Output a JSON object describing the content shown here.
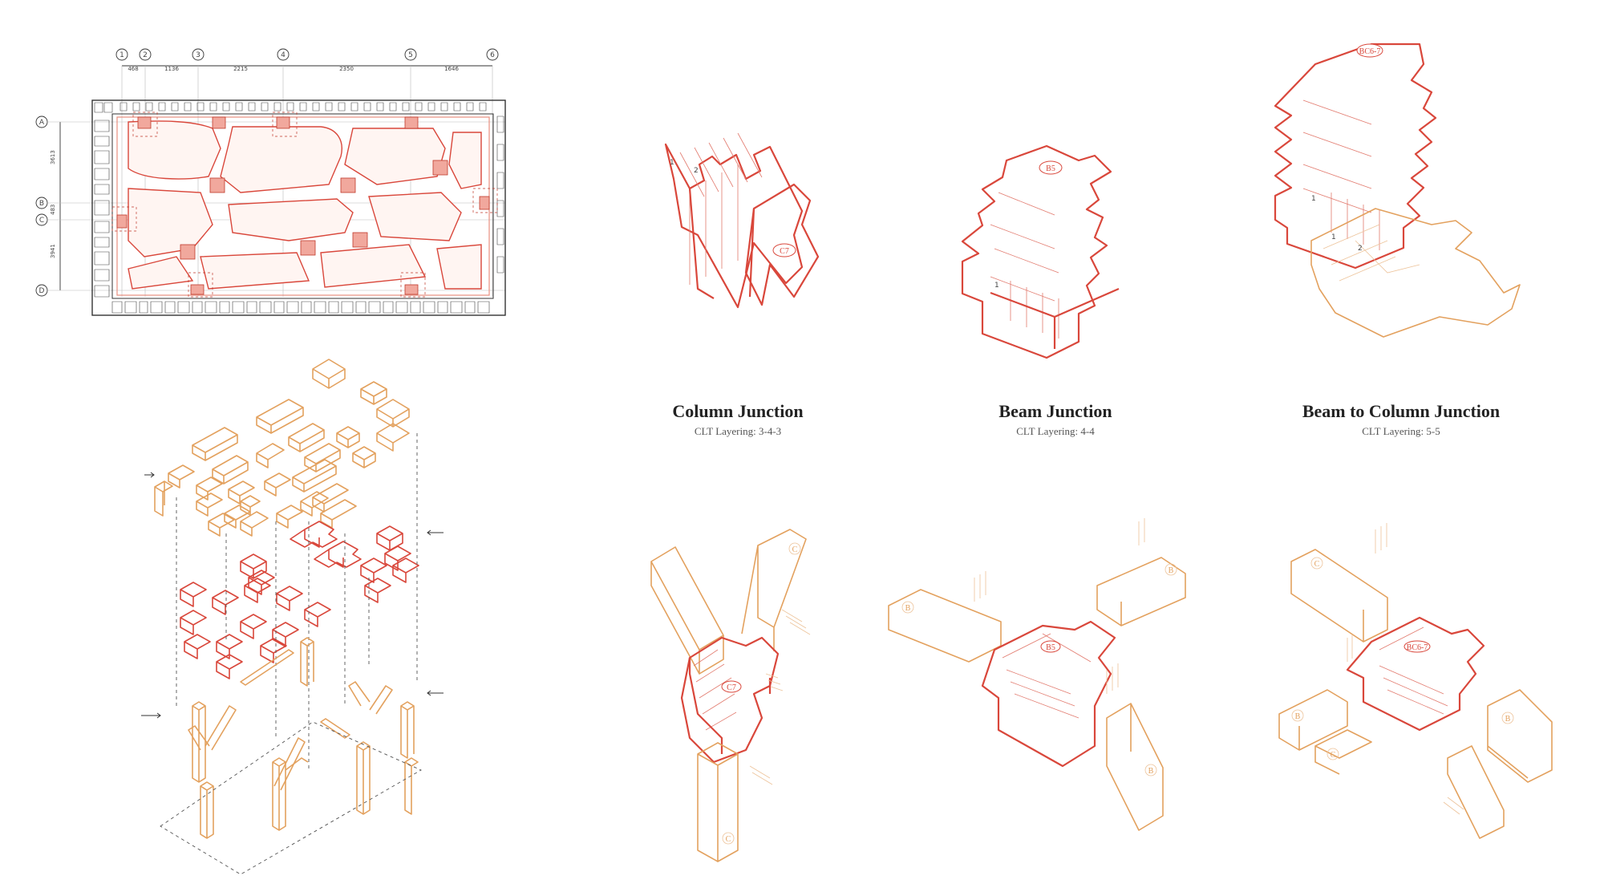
{
  "plan": {
    "grid_columns": [
      "1",
      "2",
      "3",
      "4",
      "5",
      "6"
    ],
    "grid_rows": [
      "A",
      "B",
      "C",
      "D"
    ],
    "dimensions_horizontal": [
      "468",
      "1136",
      "2215",
      "2350",
      "1646"
    ],
    "dimensions_vertical": [
      "3613",
      "483",
      "3941"
    ]
  },
  "junctions": [
    {
      "title": "Column Junction",
      "subtitle": "CLT Layering: 3-4-3",
      "tag": "C7"
    },
    {
      "title": "Beam Junction",
      "subtitle": "CLT Layering: 4-4",
      "tag": "B5"
    },
    {
      "title": "Beam to Column Junction",
      "subtitle": "CLT Layering:  5-5",
      "tag": "BC6-7"
    }
  ],
  "markers": {
    "column": "C",
    "beam": "B",
    "step1": "1",
    "step2": "2"
  },
  "colors": {
    "accent_red": "#d9473b",
    "accent_orange": "#e3a15e",
    "ink": "#333333"
  }
}
